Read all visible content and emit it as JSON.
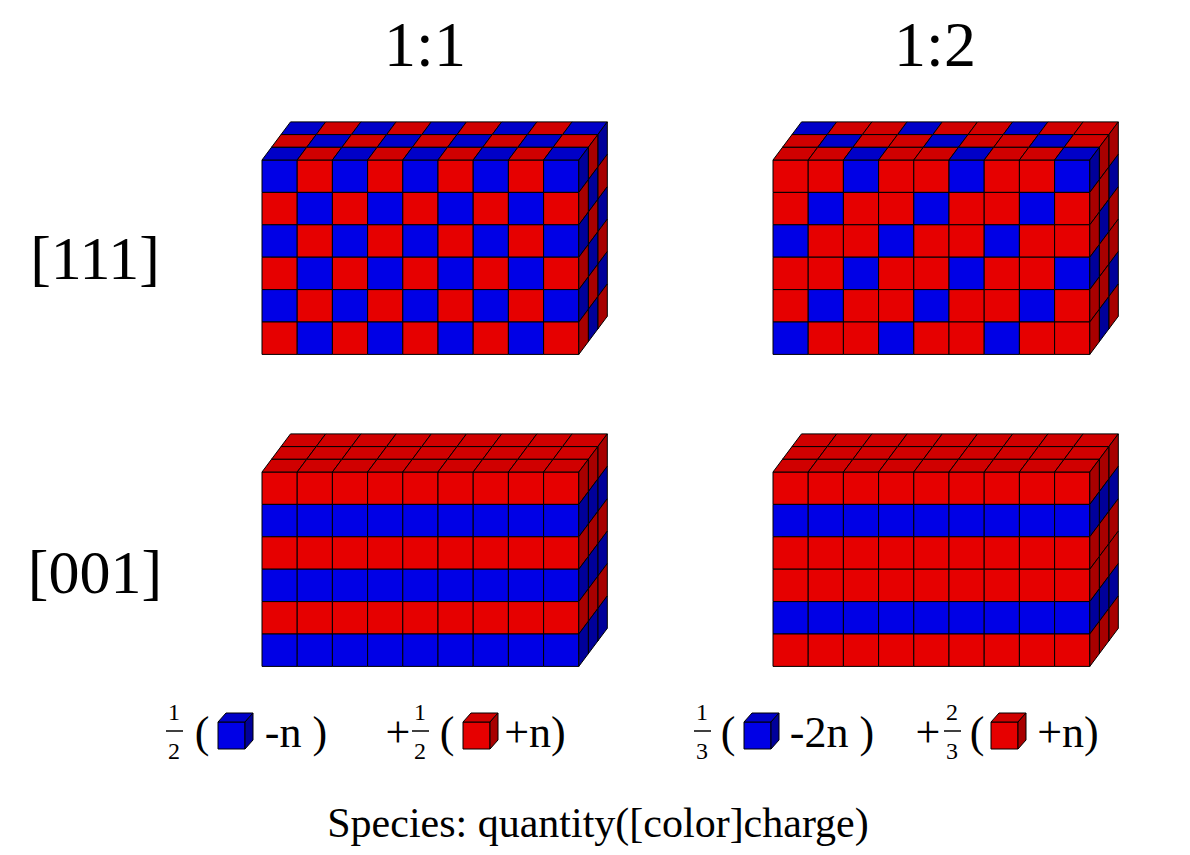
{
  "diagram": {
    "labels": [
      "1:1",
      "1:2",
      "[111]",
      "[001]",
      "1",
      "2",
      "(",
      "-n )",
      "+",
      "1",
      "2",
      "(",
      "+n)",
      "1",
      "3",
      "(",
      "-2n )",
      "+",
      "2",
      "3",
      "(",
      "+n)",
      "Species: quantity([color]charge)"
    ]
  }
}
